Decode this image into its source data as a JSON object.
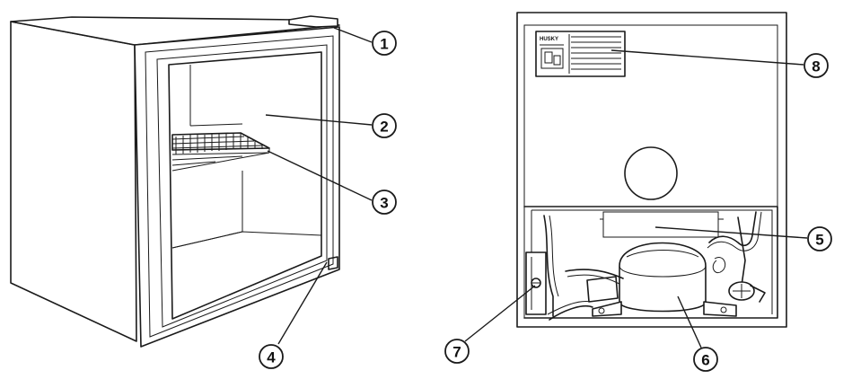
{
  "colors": {
    "line": "#1a1a1a",
    "background": "#ffffff"
  },
  "rating_plate": {
    "brand": "HUSKY"
  },
  "callouts": [
    {
      "id": "1",
      "label": "1"
    },
    {
      "id": "2",
      "label": "2"
    },
    {
      "id": "3",
      "label": "3"
    },
    {
      "id": "4",
      "label": "4"
    },
    {
      "id": "5",
      "label": "5"
    },
    {
      "id": "6",
      "label": "6"
    },
    {
      "id": "7",
      "label": "7"
    },
    {
      "id": "8",
      "label": "8"
    }
  ]
}
